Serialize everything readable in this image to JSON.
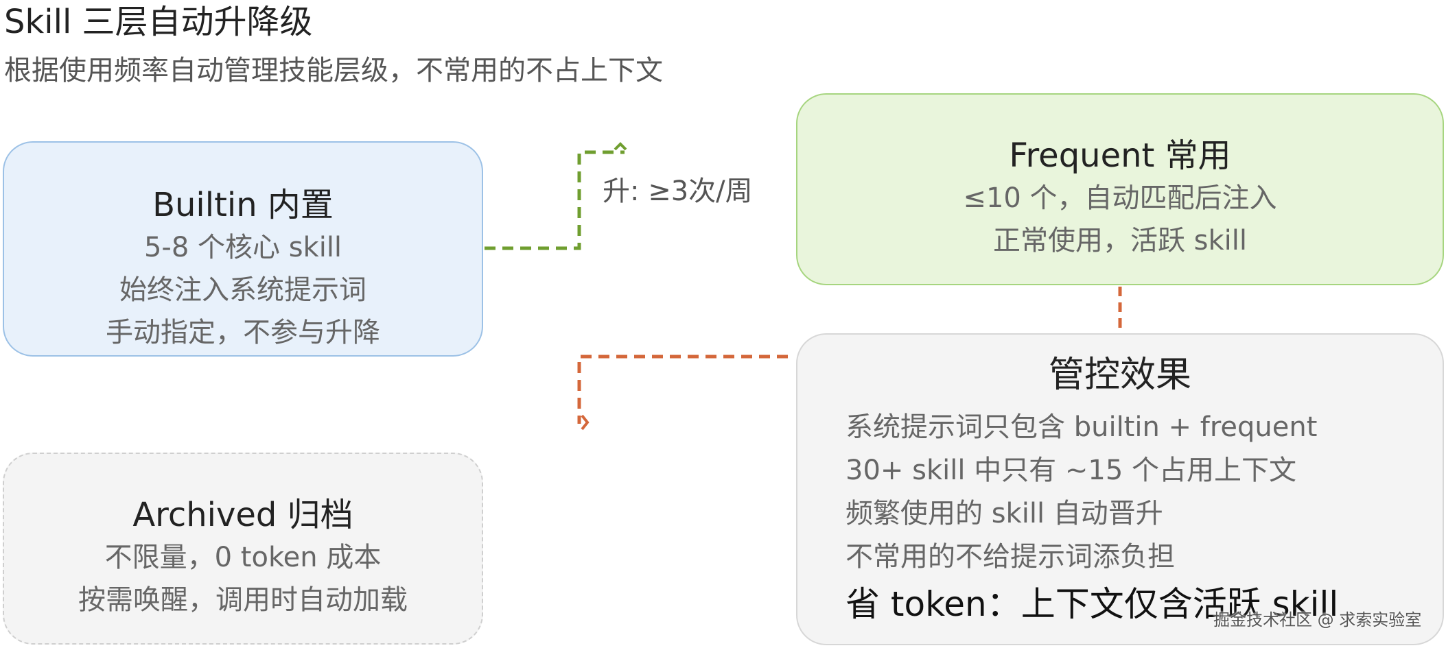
{
  "header": {
    "title": "Skill 三层自动升降级",
    "subtitle": "根据使用频率自动管理技能层级，不常用的不占上下文"
  },
  "builtin": {
    "title": "Builtin 内置",
    "lines": [
      "5-8 个核心 skill",
      "始终注入系统提示词",
      "手动指定，不参与升降"
    ]
  },
  "frequent": {
    "title": "Frequent 常用",
    "lines": [
      "≤10 个，自动匹配后注入",
      "正常使用，活跃 skill"
    ]
  },
  "archived": {
    "title": "Archived 归档",
    "lines": [
      "不限量，0 token 成本",
      "按需唤醒，调用时自动加载"
    ]
  },
  "effect": {
    "title": "管控效果",
    "lines": [
      "系统提示词只包含 builtin + frequent",
      "30+ skill 中只有 ~15 个占用上下文",
      "频繁使用的 skill 自动晋升",
      "不常用的不给提示词添负担"
    ],
    "emphasis": "省 token：上下文仅含活跃 skill"
  },
  "edges": {
    "promote_label": "升: ≥3次/周"
  },
  "watermark": "掘金技术社区 @ 求索实验室",
  "colors": {
    "builtin_fill": "#e8f1fb",
    "frequent_fill": "#e9f5dc",
    "archived_fill": "#f4f4f4",
    "effect_fill": "#f4f4f4",
    "promote_edge": "#6f9e2f",
    "demote_edge": "#d4673a"
  }
}
